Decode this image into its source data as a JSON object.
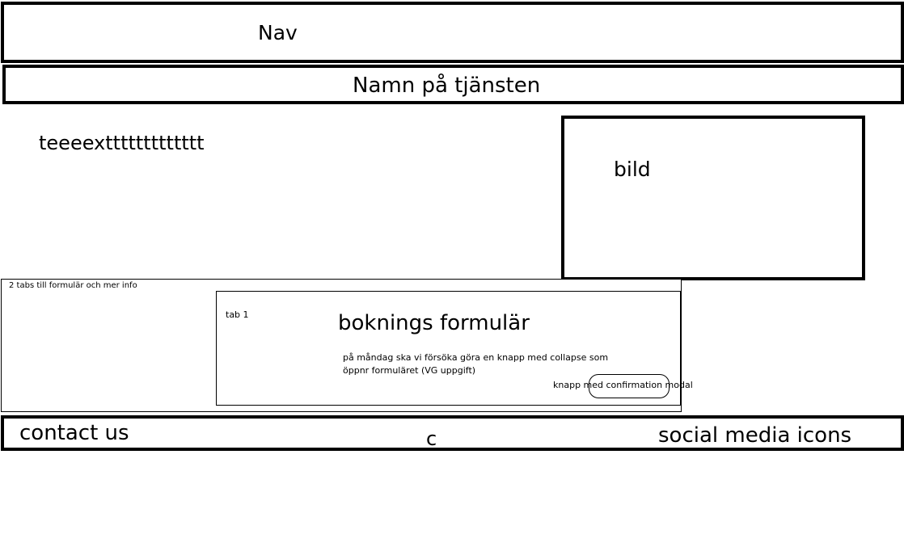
{
  "nav": {
    "label": "Nav"
  },
  "service": {
    "label": "Namn på tjänsten"
  },
  "content": {
    "text": "teeeexttttttttttttt",
    "image_label": "bild"
  },
  "tabs": {
    "label": "2 tabs till formulär och mer info",
    "tab1": "tab 1",
    "form_title": "boknings formulär",
    "description_line1": "på måndag ska vi försöka göra en knapp med collapse som",
    "description_line2": "öppnr formuläret (VG uppgift)",
    "confirm_button": "knapp med confirmation modal"
  },
  "footer": {
    "contact": "contact us",
    "center": "c",
    "social": "social media icons"
  }
}
